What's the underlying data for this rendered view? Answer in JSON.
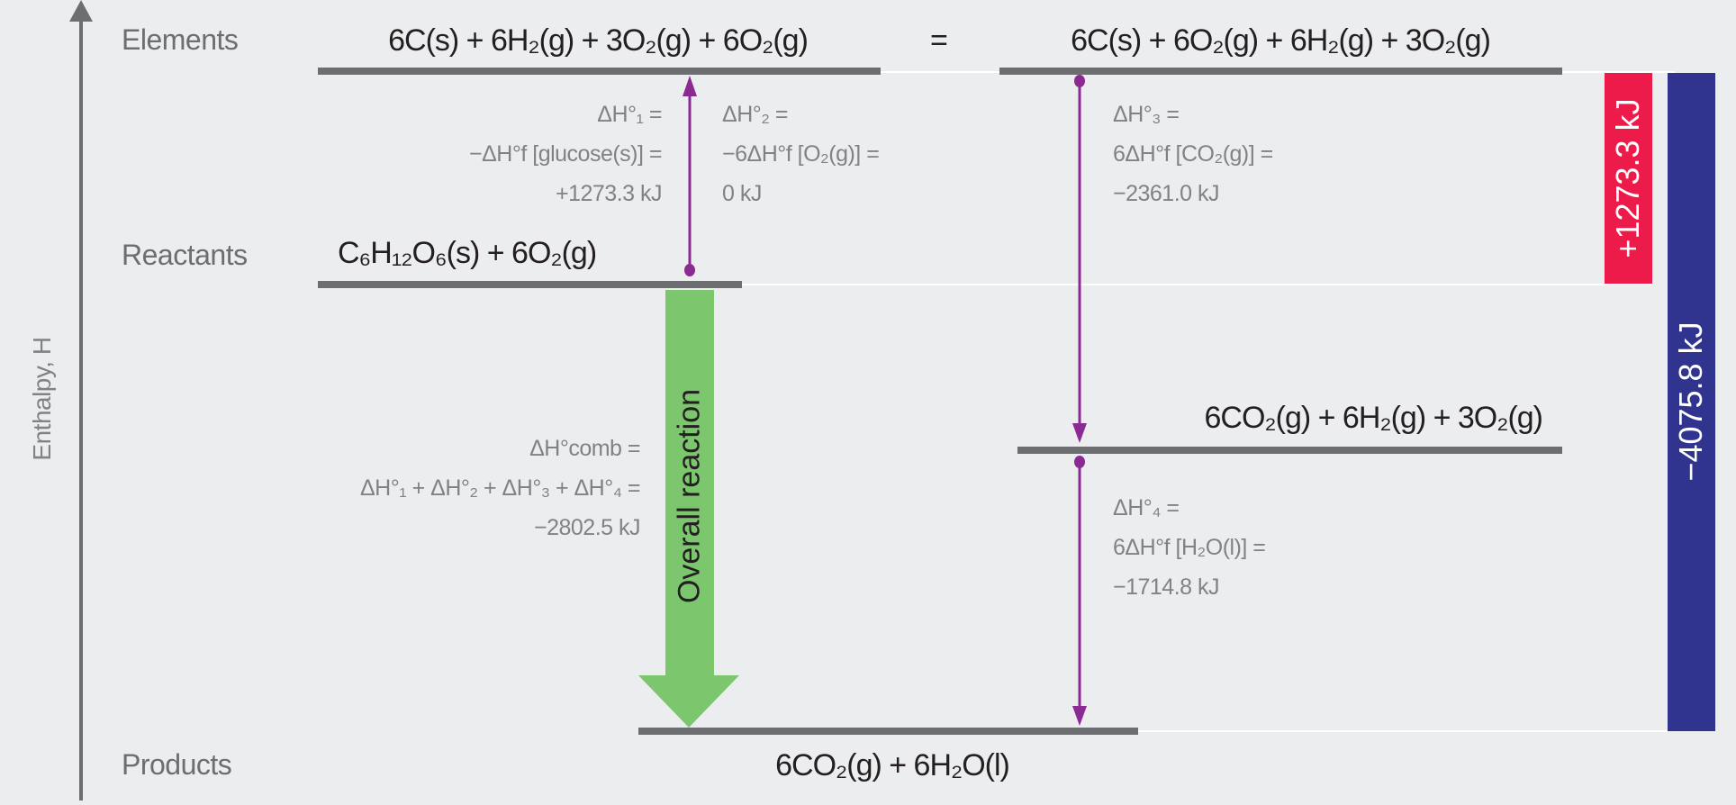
{
  "axis": {
    "label": "Enthalpy, H"
  },
  "levels": {
    "elements": {
      "label": "Elements",
      "formula_left": "6C(s) + 6H₂(g) + 3O₂(g) + 6O₂(g)",
      "equals": "=",
      "formula_right": "6C(s) + 6O₂(g) + 6H₂(g) + 3O₂(g)"
    },
    "reactants": {
      "label": "Reactants",
      "formula": "C₆H₁₂O₆(s) + 6O₂(g)"
    },
    "intermediate": {
      "formula": "6CO₂(g) + 6H₂(g) + 3O₂(g)"
    },
    "products": {
      "label": "Products",
      "formula": "6CO₂(g) + 6H₂O(l)"
    }
  },
  "steps": {
    "dh1": [
      "ΔH°₁ =",
      "−ΔH°f [glucose(s)] =",
      "+1273.3 kJ"
    ],
    "dh2": [
      "ΔH°₂ =",
      "−6ΔH°f [O₂(g)] =",
      "0 kJ"
    ],
    "dh3": [
      "ΔH°₃ =",
      "6ΔH°f [CO₂(g)] =",
      "−2361.0 kJ"
    ],
    "dh4": [
      "ΔH°₄ =",
      "6ΔH°f [H₂O(l)] =",
      "−1714.8 kJ"
    ],
    "comb": [
      "ΔH°comb =",
      "ΔH°₁ + ΔH°₂ + ΔH°₃ + ΔH°₄ =",
      "−2802.5 kJ"
    ]
  },
  "overall_arrow": {
    "label": "Overall reaction"
  },
  "bars": {
    "positive": {
      "label": "+1273.3 kJ",
      "color": "#ed1b4a"
    },
    "negative": {
      "label": "−4075.8 kJ",
      "color": "#30348f"
    }
  },
  "colors": {
    "arrow": "#8b2a92",
    "overall": "#7cc66e",
    "level": "#6d6e71"
  }
}
